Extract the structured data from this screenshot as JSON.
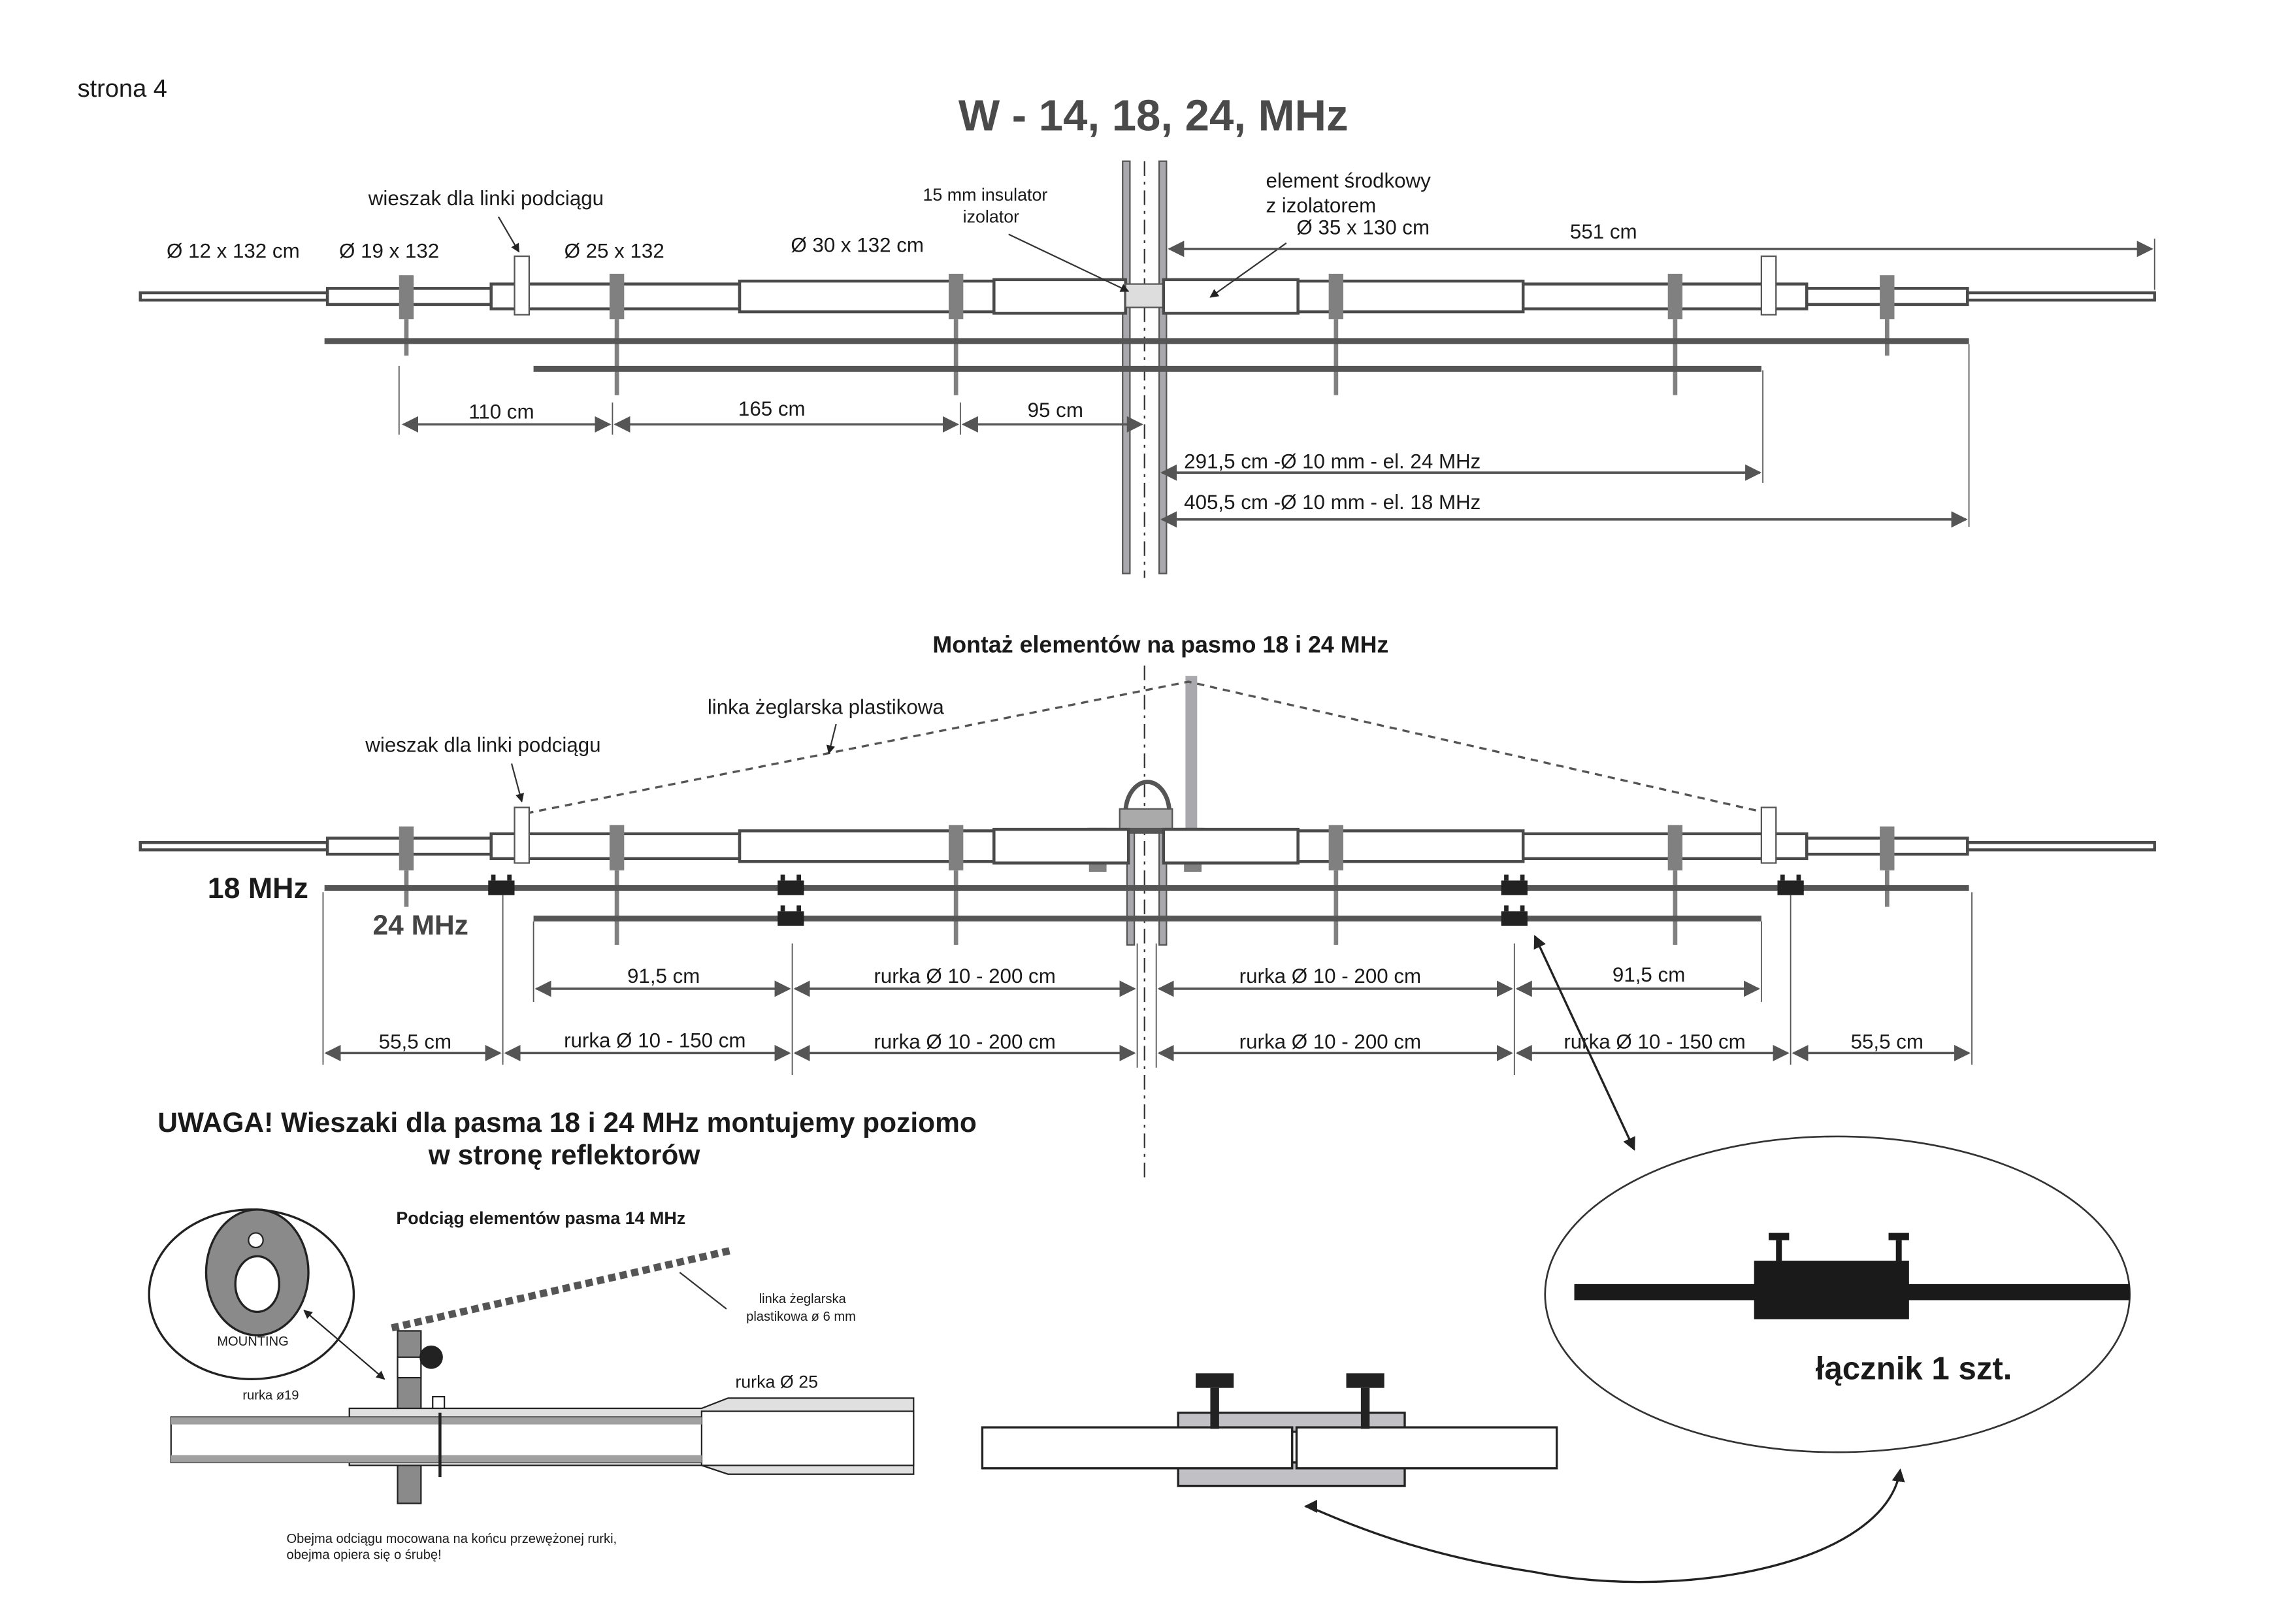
{
  "page_label": "strona 4",
  "title": "W - 14, 18, 24, MHz",
  "top_view": {
    "hanger_label": "wieszak dla linki podciągu",
    "tube_labels": [
      "Ø 12 x 132 cm",
      "Ø 19 x 132",
      "Ø 25 x 132",
      "Ø 30 x 132 cm"
    ],
    "insulator_label_1": "15 mm insulator",
    "insulator_label_2": "izolator",
    "center_label_1": "element środkowy",
    "center_label_2": "z izolatorem",
    "center_label_3": "Ø 35 x 130 cm",
    "half_length": "551 cm",
    "spacings": [
      "110 cm",
      "165 cm",
      "95 cm"
    ],
    "el24": "291,5 cm -Ø  10 mm - el. 24 MHz",
    "el18": "405,5 cm -Ø  10 mm - el. 18 MHz"
  },
  "mount_view": {
    "title": "Montaż elementów na pasmo 18 i 24 MHz",
    "line_label": "linka żeglarska plastikowa",
    "hanger_label": "wieszak dla linki podciągu",
    "band_18": "18 MHz",
    "band_24": "24 MHz",
    "row1": [
      "91,5 cm",
      "rurka Ø 10 - 200 cm",
      "rurka Ø 10 - 200 cm",
      "91,5 cm"
    ],
    "row2": [
      "55,5 cm",
      "rurka Ø 10 - 150 cm",
      "rurka Ø 10 - 200 cm",
      "rurka Ø 10 - 200 cm",
      "rurka Ø 10 - 150 cm",
      "55,5 cm"
    ]
  },
  "warning": {
    "line1": "UWAGA! Wieszaki dla pasma 18 i 24 MHz montujemy poziomo",
    "line2": "w stronę reflektorów"
  },
  "detail_14": {
    "title": "Podciąg elementów pasma 14 MHz",
    "mounting": "MOUNTING",
    "line_label_1": "linka żeglarska",
    "line_label_2": "plastikowa ø 6 mm",
    "tube19": "rurka ø19",
    "tube25": "rurka Ø 25",
    "note_1": "Obejma odciągu mocowana na końcu przewężonej rurki,",
    "note_2": "obejma opiera się o śrubę!"
  },
  "connector": {
    "label": "łącznik 1 szt."
  },
  "colors": {
    "tube_stroke": "#4a4a4a",
    "clamp": "#808080",
    "mast": "#a8a8ad",
    "ink": "#1a1a1a"
  }
}
